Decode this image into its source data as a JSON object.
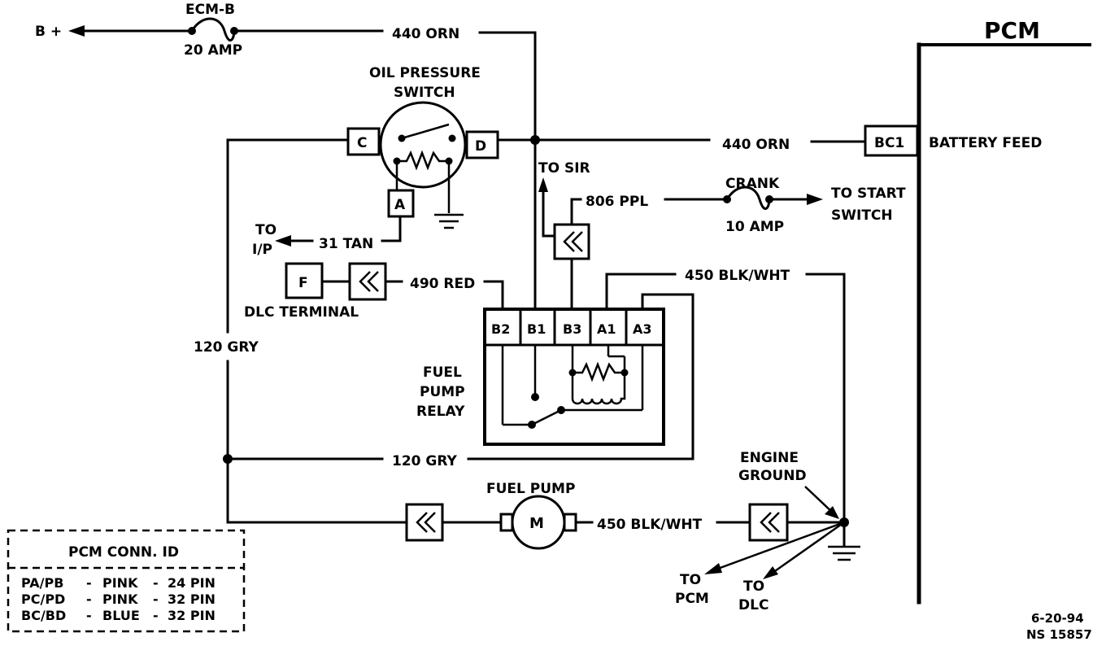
{
  "header": {
    "title": "PCM"
  },
  "fuses": {
    "ecm_b": {
      "name": "ECM-B",
      "rating": "20 AMP"
    },
    "crank": {
      "name": "CRANK",
      "rating": "10 AMP"
    }
  },
  "wires": {
    "orn_top": "440 ORN",
    "orn_mid": "440 ORN",
    "ppl": "806 PPL",
    "tan": "31 TAN",
    "red": "490 RED",
    "blkwht_top": "450 BLK/WHT",
    "blkwht_bottom": "450 BLK/WHT",
    "gry_left": "120 GRY",
    "gry_mid": "120 GRY"
  },
  "labels": {
    "b_plus": "B +",
    "to_sir": "TO SIR",
    "to_start_1": "TO START",
    "to_start_2": "SWITCH",
    "to_ip_1": "TO",
    "to_ip_2": "I/P",
    "battery_feed": "BATTERY FEED",
    "engine_ground_1": "ENGINE",
    "engine_ground_2": "GROUND",
    "to_pcm_1": "TO",
    "to_pcm_2": "PCM",
    "to_dlc_1": "TO",
    "to_dlc_2": "DLC"
  },
  "components": {
    "oil_switch_1": "OIL PRESSURE",
    "oil_switch_2": "SWITCH",
    "dlc_terminal": "DLC TERMINAL",
    "relay_1": "FUEL",
    "relay_2": "PUMP",
    "relay_3": "RELAY",
    "fuel_pump": "FUEL PUMP",
    "motor": "M"
  },
  "terminals": {
    "c": "C",
    "d": "D",
    "a": "A",
    "f": "F",
    "bc1": "BC1",
    "b2": "B2",
    "b1": "B1",
    "b3": "B3",
    "a1": "A1",
    "a3": "A3"
  },
  "legend": {
    "title": "PCM CONN. ID",
    "rows": [
      {
        "conn": "PA/PB",
        "color": "PINK",
        "pins": "24 PIN"
      },
      {
        "conn": "PC/PD",
        "color": "PINK",
        "pins": "32 PIN"
      },
      {
        "conn": "BC/BD",
        "color": "BLUE",
        "pins": "32 PIN"
      }
    ],
    "separator": "-"
  },
  "footer": {
    "date": "6-20-94",
    "ref": "NS 15857"
  }
}
